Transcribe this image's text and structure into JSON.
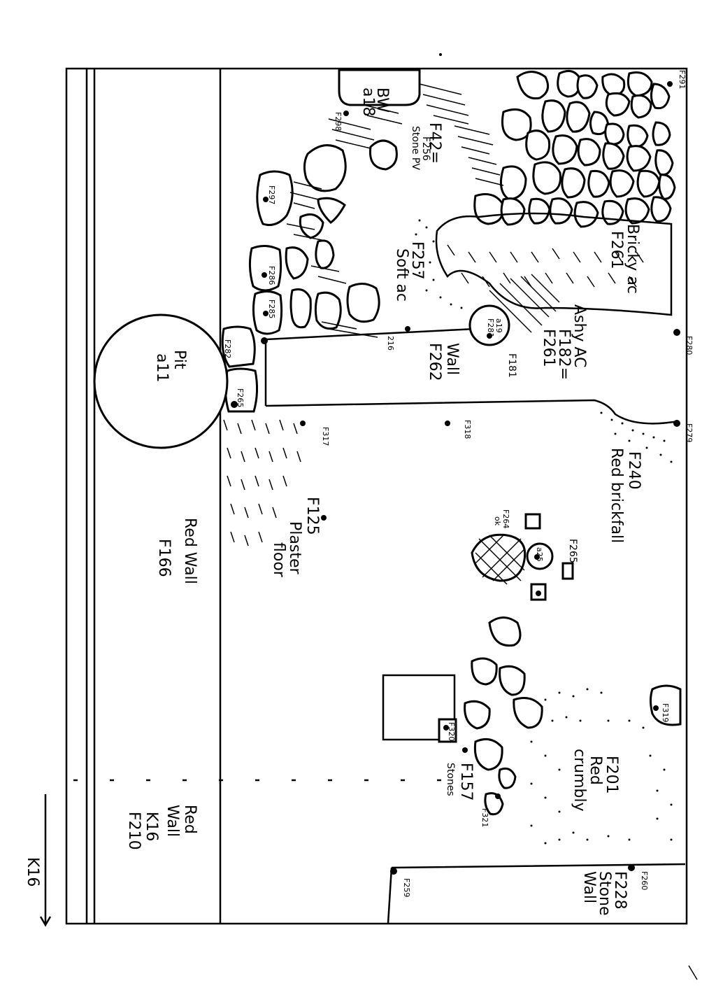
{
  "plan": {
    "sheet_label": "K16",
    "labels": {
      "bw": "BW",
      "bw_num": "a18",
      "f298": "F298",
      "f42": "F42=",
      "f256": "F256",
      "stone_pv": "Stone PV",
      "f297": "F297",
      "f286": "F286",
      "f285": "F285",
      "f257": "F257",
      "soft_ac": "Soft ac",
      "bricky_ac": "Bricky ac",
      "f261_top": "F261",
      "f291": "F291",
      "f282": "F282",
      "f265_small": "F265",
      "pit": "Pit",
      "pit_num": "a11",
      "f216": "216",
      "a19": "a19",
      "f281": "F281",
      "wall": "Wall",
      "f262": "F262",
      "f181": "F181",
      "ashy_ac": "Ashy AC",
      "f182": "F182=",
      "f261": "F261",
      "f280": "F280",
      "f317": "F317",
      "f318": "F318",
      "f279": "F279",
      "f240": "F240",
      "red_brickfall": "Red brickfall",
      "f125": "F125",
      "plaster": "Plaster",
      "floor": "floor",
      "red_wall": "Red Wall",
      "f166": "F166",
      "f264": "F264",
      "ok": "ok",
      "f265": "F265",
      "a25": "a25",
      "f320": "F320",
      "f319": "F319",
      "f157": "F157",
      "stones": "Stones",
      "f201": "F201",
      "red": "Red",
      "crumbly": "crumbly",
      "f321": "F321",
      "red2": "Red",
      "wall2": "Wall",
      "k16": "K16",
      "f210": "F210",
      "f228": "F228",
      "stone": "Stone",
      "wall3": "Wall",
      "f260": "F260",
      "f259": "F259"
    }
  }
}
